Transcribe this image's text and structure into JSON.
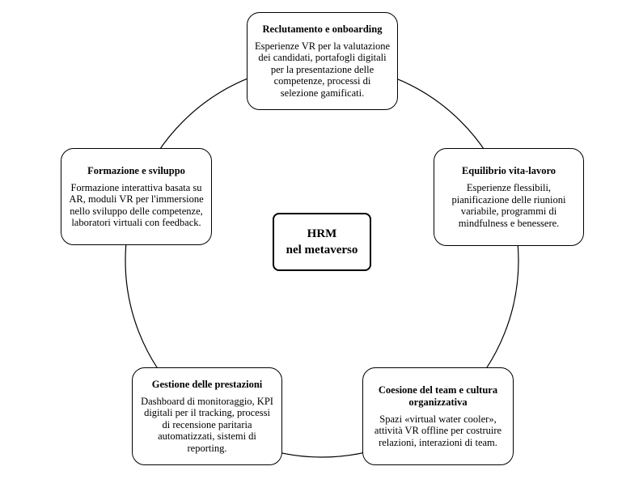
{
  "diagram": {
    "center": {
      "line1": "HRM",
      "line2": "nel metaverso"
    },
    "nodes": [
      {
        "title": "Reclutamento e onboarding",
        "body": "Esperienze VR per la valutazione dei candidati, portafogli digitali per la presentazione delle competenze, processi di selezione gamificati."
      },
      {
        "title": "Equilibrio vita-lavoro",
        "body": "Esperienze flessibili, pianificazione delle riunioni variabile, programmi di mindfulness e benessere."
      },
      {
        "title": "Coesione del team e cultura organizzativa",
        "body": "Spazi «virtual water cooler», attività VR offline per costruire relazioni, interazioni di team."
      },
      {
        "title": "Gestione delle prestazioni",
        "body": "Dashboard di monitoraggio, KPI digitali per il tracking, processi di recensione paritaria automatizzati, sistemi di reporting."
      },
      {
        "title": "Formazione e sviluppo",
        "body": "Formazione interattiva basata su AR, moduli VR per l'immersione nello sviluppo delle competenze, laboratori virtuali con feedback."
      }
    ]
  }
}
